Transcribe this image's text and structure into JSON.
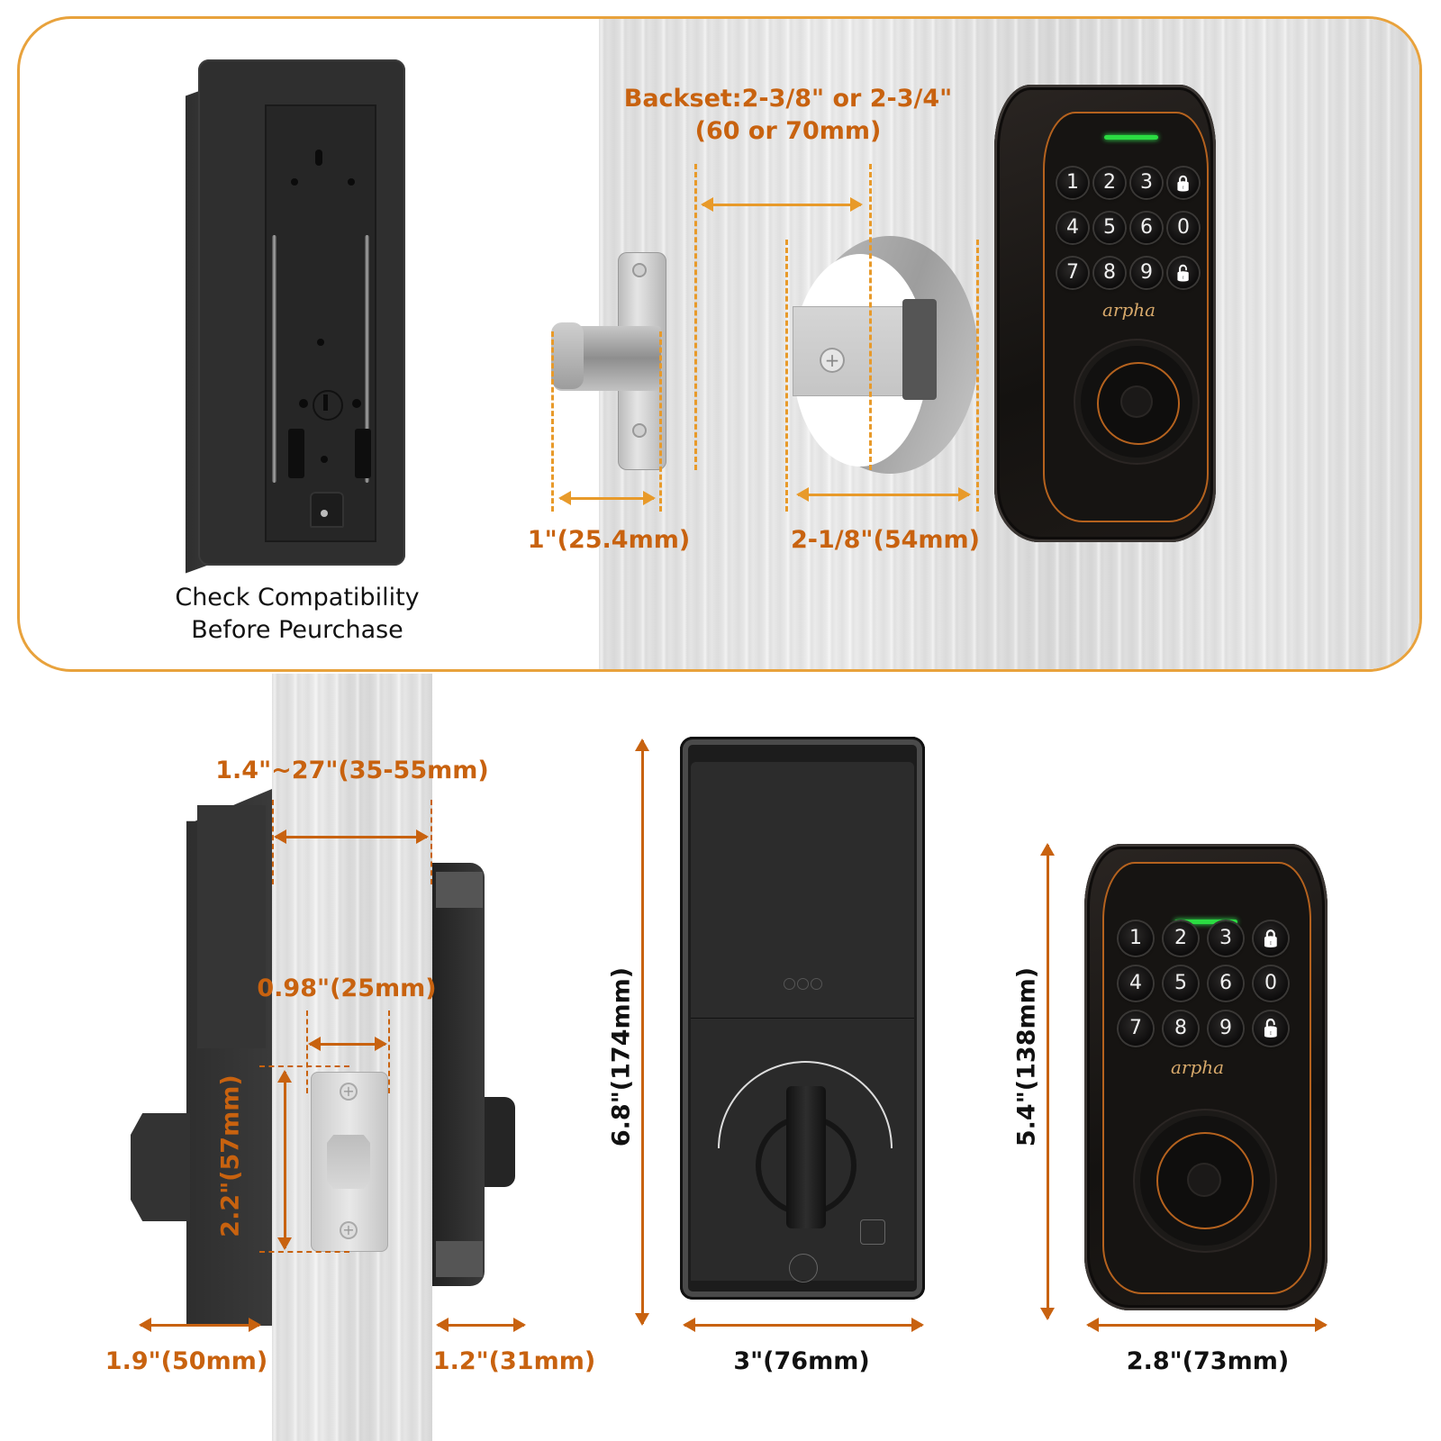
{
  "top_panel": {
    "caption_line1": "Check Compatibility",
    "caption_line2": "Before Peurchase",
    "backset_line1": "Backset:2-3/8\" or 2-3/4\"",
    "backset_line2": "(60 or 70mm)",
    "latch_width": "1\"(25.4mm)",
    "bore_diameter": "2-1/8\"(54mm)",
    "keypad": {
      "brand": "arpha",
      "keys": [
        "1",
        "2",
        "3",
        "lock",
        "4",
        "5",
        "6",
        "0",
        "7",
        "8",
        "9",
        "unlock"
      ]
    }
  },
  "bottom_panel": {
    "door_thickness": "1.4\"~27\"(35-55mm)",
    "faceplate_width": "0.98\"(25mm)",
    "faceplate_height": "2.2\"(57mm)",
    "interior_depth": "1.9\"(50mm)",
    "exterior_depth": "1.2\"(31mm)",
    "interior_height": "6.8\"(174mm)",
    "interior_width": "3\"(76mm)",
    "exterior_height": "5.4\"(138mm)",
    "exterior_width": "2.8\"(73mm)",
    "keypad": {
      "brand": "arpha",
      "keys": [
        "1",
        "2",
        "3",
        "lock",
        "4",
        "5",
        "6",
        "0",
        "7",
        "8",
        "9",
        "unlock"
      ]
    }
  },
  "colors": {
    "frame_border": "#e8a23c",
    "dimension_orange": "#c8620f",
    "led_green": "#2bdc42",
    "lock_trim": "#b5621e"
  }
}
